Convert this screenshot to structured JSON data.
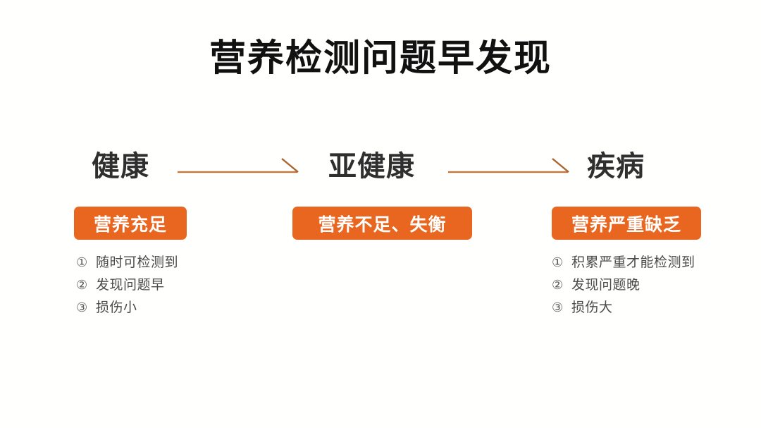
{
  "slide": {
    "title": "营养检测问题早发现",
    "background_color": "#FFFFFE",
    "accent_color": "#E8661F",
    "title_color": "#111111",
    "heading_color": "#2F2F2F",
    "body_color": "#4A4A4A"
  },
  "stages": [
    {
      "heading": "健康",
      "badge": "营养充足",
      "items": [
        {
          "marker": "①",
          "text": "随时可检测到"
        },
        {
          "marker": "②",
          "text": "发现问题早"
        },
        {
          "marker": "③",
          "text": "损伤小"
        }
      ]
    },
    {
      "heading": "亚健康",
      "badge": "营养不足、失衡",
      "items": []
    },
    {
      "heading": "疾病",
      "badge": "营养严重缺乏",
      "items": [
        {
          "marker": "①",
          "text": "积累严重才能检测到"
        },
        {
          "marker": "②",
          "text": "发现问题晚"
        },
        {
          "marker": "③",
          "text": "损伤大"
        }
      ]
    }
  ],
  "arrows": [
    {
      "name": "arrow-health-to-subhealth",
      "color": "#D4702F"
    },
    {
      "name": "arrow-subhealth-to-disease",
      "color": "#D4702F"
    }
  ]
}
